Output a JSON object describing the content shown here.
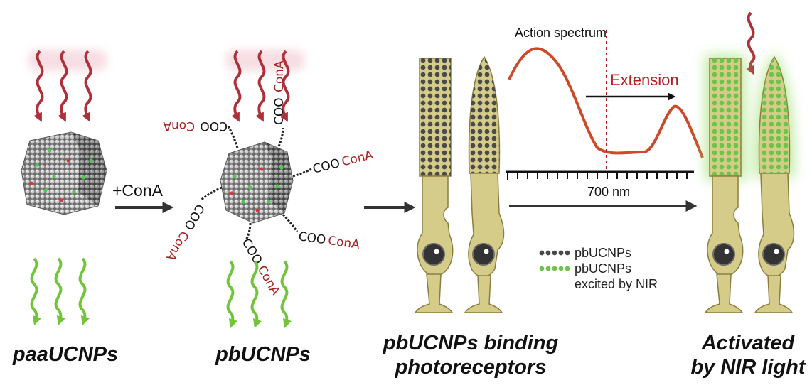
{
  "labels": {
    "paa": "paaUCNPs",
    "pb": "pbUCNPs",
    "binding_line1": "pbUCNPs binding",
    "binding_line2": "photoreceptors",
    "activated_line1": "Activated",
    "activated_line2": "by NIR light",
    "plus_cona": "+ConA"
  },
  "ligand": {
    "group": "COO",
    "protein": "ConA"
  },
  "spectrum": {
    "title": "Action spectrum",
    "extension": "Extension",
    "tick_label": "700 nm"
  },
  "legend": {
    "item1": "pbUCNPs",
    "item2_line1": "pbUCNPs",
    "item2_line2": "excited by NIR"
  },
  "colors": {
    "nir_arrow": "#b0303a",
    "emission_arrow": "#72c43a",
    "cell_fill": "#d6cc8a",
    "cell_stroke": "#8a7e3e",
    "dot_dark": "#4a4a4a",
    "dot_green": "#6dc44a",
    "curve": "#cc4a2a",
    "conA": "#a52222"
  },
  "icons": [
    "nir-wave-arrow",
    "emission-wave-arrow",
    "nanoparticle",
    "rod-cell",
    "cone-cell",
    "process-arrow"
  ]
}
